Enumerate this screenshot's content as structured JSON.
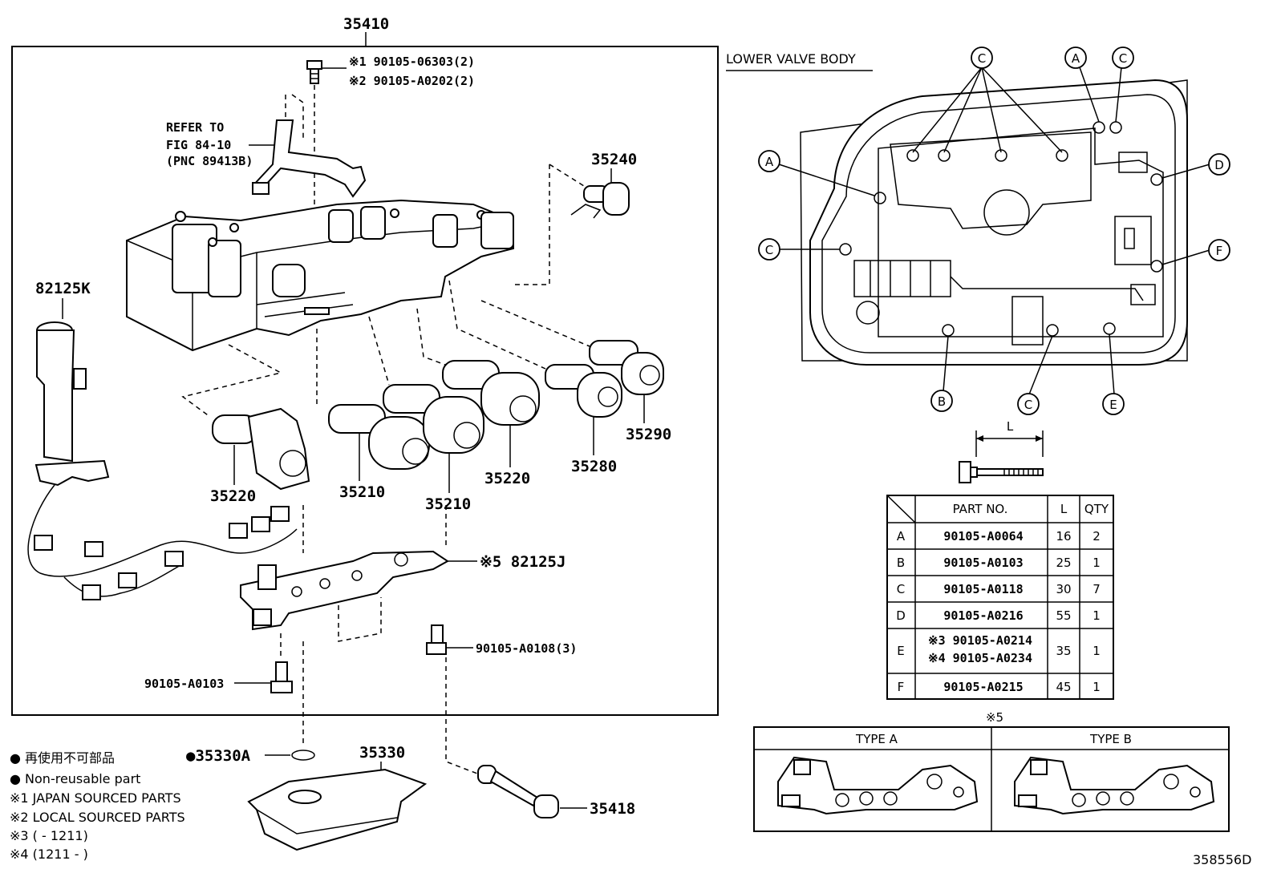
{
  "diagram": {
    "main_part": "35410",
    "bolt_notes": [
      "※1 90105-06303(2)",
      "※2 90105-A0202(2)"
    ],
    "refer": [
      "REFER TO",
      "FIG 84-10",
      "(PNC 89413B)"
    ],
    "labels": {
      "p35240": "35240",
      "p82125K": "82125K",
      "p35290": "35290",
      "p35280": "35280",
      "p35220a": "35220",
      "p35220b": "35220",
      "p35210a": "35210",
      "p35210b": "35210",
      "p82125J": "※5 82125J",
      "p90105A0108": "90105-A0108(3)",
      "p90105A0103": "90105-A0103",
      "p35330A": "●35330A",
      "p35330": "35330",
      "p35418": "35418"
    },
    "lower_valve_body": "LOWER VALVE BODY",
    "callouts": [
      "C",
      "A",
      "C",
      "A",
      "D",
      "C",
      "F",
      "B",
      "C",
      "E"
    ],
    "dimension_label": "L",
    "footer_code": "358556D"
  },
  "legend": [
    "● 再使用不可部品",
    "● Non-reusable part",
    "※1 JAPAN SOURCED PARTS",
    "※2 LOCAL SOURCED PARTS",
    "※3 (        - 1211)",
    "※4 (1211 -        )"
  ],
  "table": {
    "headers": [
      "PART NO.",
      "L",
      "QTY"
    ],
    "rows": [
      {
        "key": "A",
        "part": "90105-A0064",
        "l": "16",
        "qty": "2"
      },
      {
        "key": "B",
        "part": "90105-A0103",
        "l": "25",
        "qty": "1"
      },
      {
        "key": "C",
        "part": "90105-A0118",
        "l": "30",
        "qty": "7"
      },
      {
        "key": "D",
        "part": "90105-A0216",
        "l": "55",
        "qty": "1"
      },
      {
        "key": "E",
        "part": "※3 90105-A0214",
        "part2": "※4 90105-A0234",
        "l": "35",
        "qty": "1"
      },
      {
        "key": "F",
        "part": "90105-A0215",
        "l": "45",
        "qty": "1"
      }
    ]
  },
  "types": {
    "note": "※5",
    "a": "TYPE A",
    "b": "TYPE B"
  }
}
